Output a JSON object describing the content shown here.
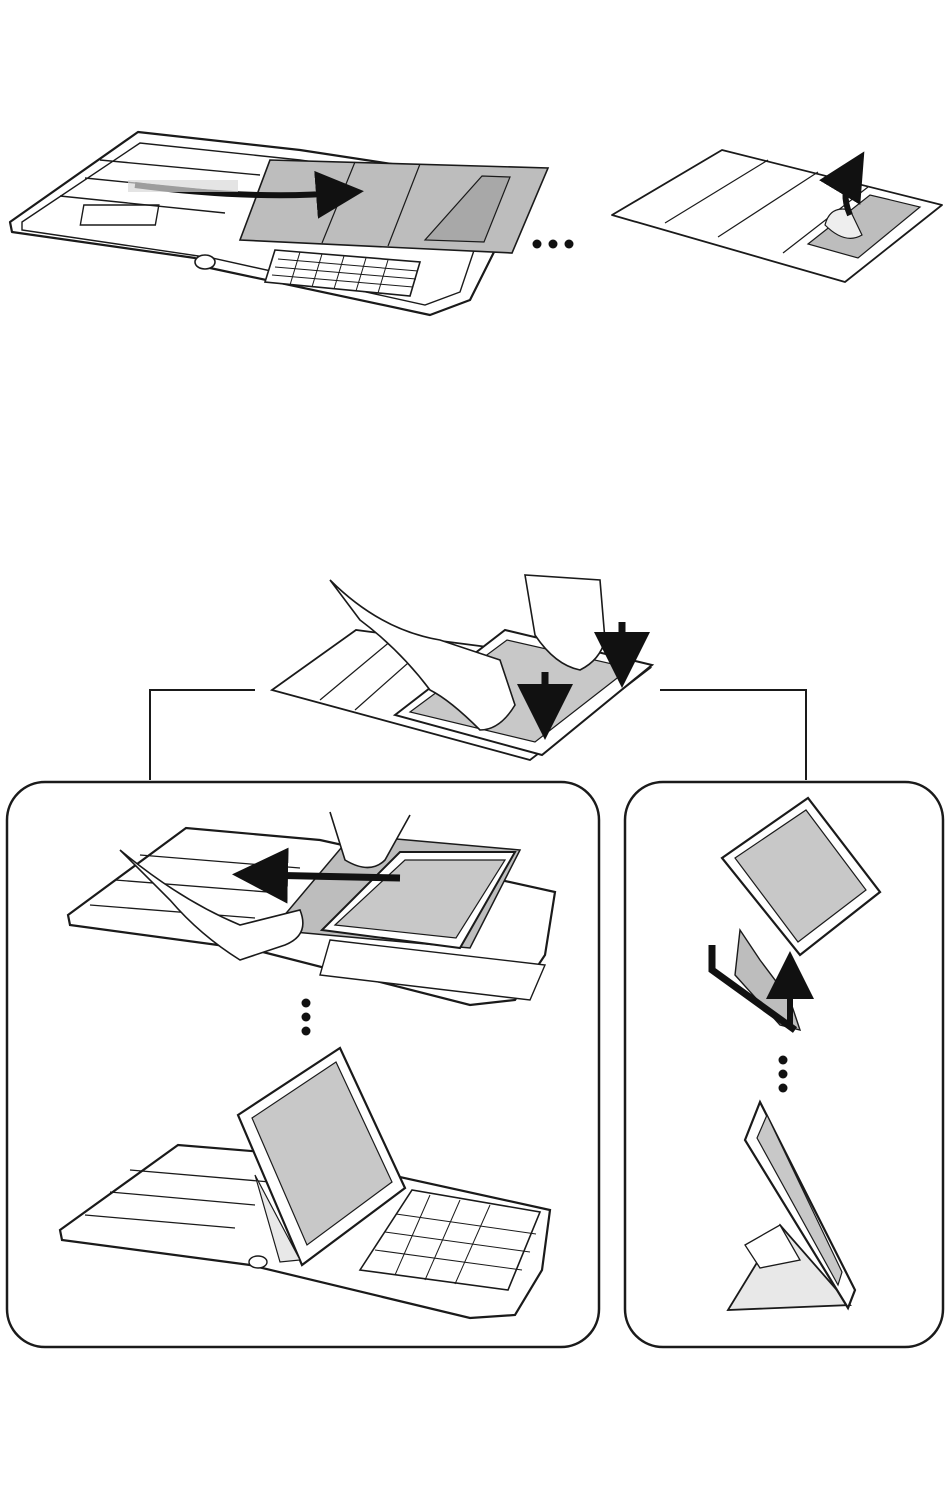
{
  "diagram": {
    "kind": "instruction-illustration",
    "text_labels": [],
    "palette": {
      "background": "#ffffff",
      "line": "#1a1a1a",
      "panel_fill": "#bdbdbd",
      "light_fill": "#e8e8e8",
      "screen_fill": "#c8c8c8",
      "arrow": "#111111"
    },
    "steps": [
      {
        "id": "slide-tray-out",
        "icon": "right-arrow"
      },
      {
        "id": "peel-adhesive-backing",
        "icon": "curved-up-arrow"
      },
      {
        "id": "press-tablet-onto-tray",
        "icon": "down-arrow"
      },
      {
        "id": "option-keyboard-mode",
        "icon": "left-arrow"
      },
      {
        "id": "option-stand-mode",
        "icon": "fold-arrows"
      }
    ]
  }
}
